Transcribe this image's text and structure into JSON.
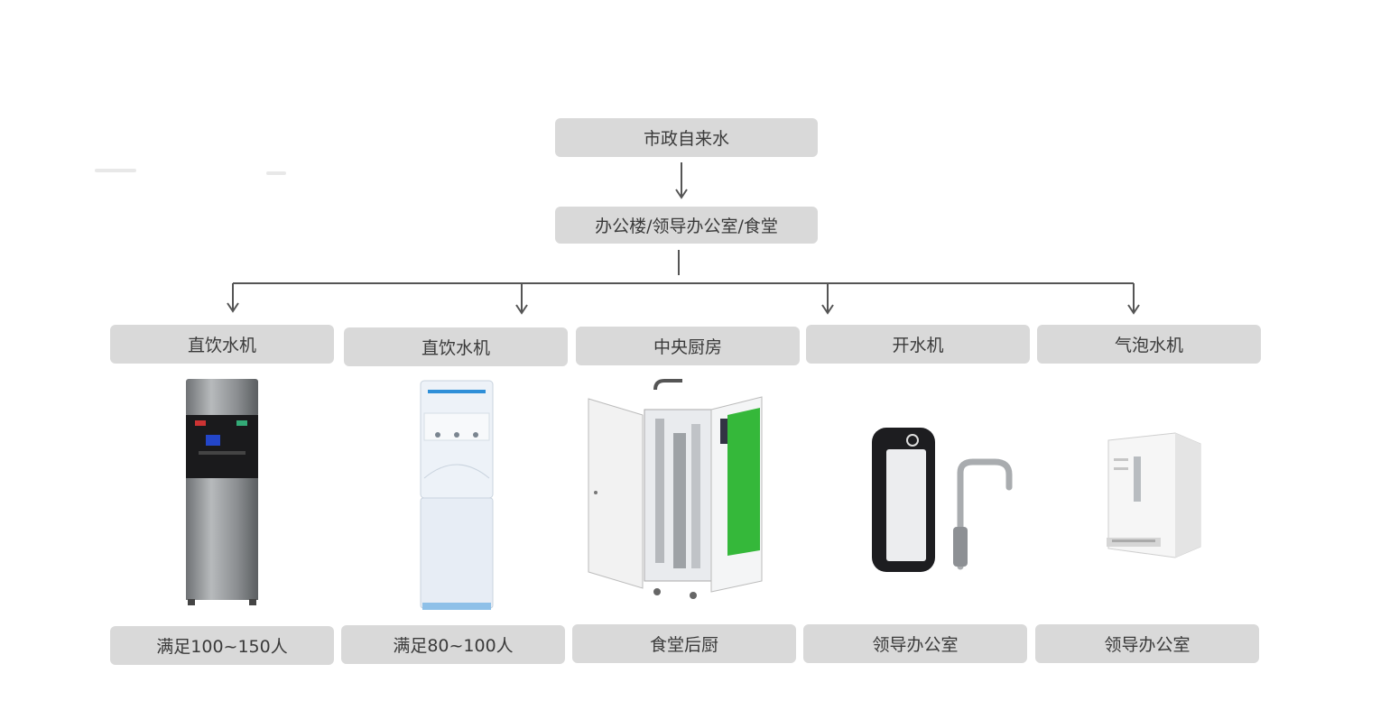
{
  "source": {
    "label": "市政自来水"
  },
  "building": {
    "label": "办公楼/领导办公室/食堂"
  },
  "branches": [
    {
      "title": "直饮水机",
      "caption": "满足100~150人",
      "product_icon": "floor-standing-dispenser-gray"
    },
    {
      "title": "直饮水机",
      "caption": "满足80~100人",
      "product_icon": "floor-standing-dispenser-white"
    },
    {
      "title": "中央厨房",
      "caption": "食堂后厨",
      "product_icon": "central-kitchen-purifier-cabinet"
    },
    {
      "title": "开水机",
      "caption": "领导办公室",
      "product_icon": "under-sink-boiler-with-faucet"
    },
    {
      "title": "气泡水机",
      "caption": "领导办公室",
      "product_icon": "countertop-sparkling-water-machine"
    }
  ],
  "colors": {
    "box_bg": "#d9d9d9",
    "text": "#3a3a3a",
    "line": "#555555"
  }
}
